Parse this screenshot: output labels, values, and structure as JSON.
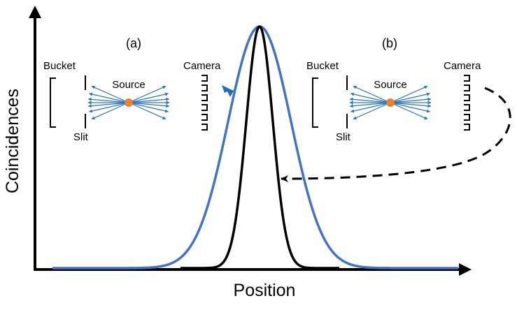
{
  "axes": {
    "xlabel": "Position",
    "ylabel": "Coincidences"
  },
  "insets": [
    {
      "tag": "(a)",
      "bucket": "Bucket",
      "slit": "Slit",
      "source": "Source",
      "camera": "Camera"
    },
    {
      "tag": "(b)",
      "bucket": "Bucket",
      "slit": "Slit",
      "source": "Source",
      "camera": "Camera"
    }
  ],
  "colors": {
    "broad_curve": "#4472C4",
    "narrow_curve": "#000000",
    "rays": "#2E75B6",
    "source": "#ED7D31",
    "inset_arrow": "#1F6FB2"
  }
}
